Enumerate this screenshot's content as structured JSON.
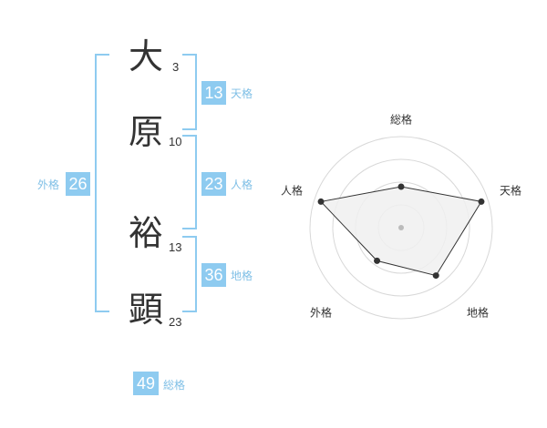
{
  "name": {
    "chars": [
      {
        "char": "大",
        "strokes": "3"
      },
      {
        "char": "原",
        "strokes": "10"
      },
      {
        "char": "裕",
        "strokes": "13"
      },
      {
        "char": "顕",
        "strokes": "23"
      }
    ]
  },
  "fortune": {
    "tenkaku": {
      "value": "13",
      "label": "天格"
    },
    "jinkaku": {
      "value": "23",
      "label": "人格"
    },
    "chikaku": {
      "value": "36",
      "label": "地格"
    },
    "gaikaku": {
      "value": "26",
      "label": "外格"
    },
    "soukaku": {
      "value": "49",
      "label": "総格"
    }
  },
  "colors": {
    "accent": "#8ecbf0",
    "label": "#7fbfe6",
    "ink": "#333333",
    "radar_fill": "#f0f0f0"
  },
  "chart_data": {
    "type": "radar",
    "axes": [
      "総格",
      "天格",
      "地格",
      "外格",
      "人格"
    ],
    "levels": 4,
    "values": [
      1.8,
      3.7,
      2.6,
      1.8,
      3.7
    ],
    "max": 4
  }
}
